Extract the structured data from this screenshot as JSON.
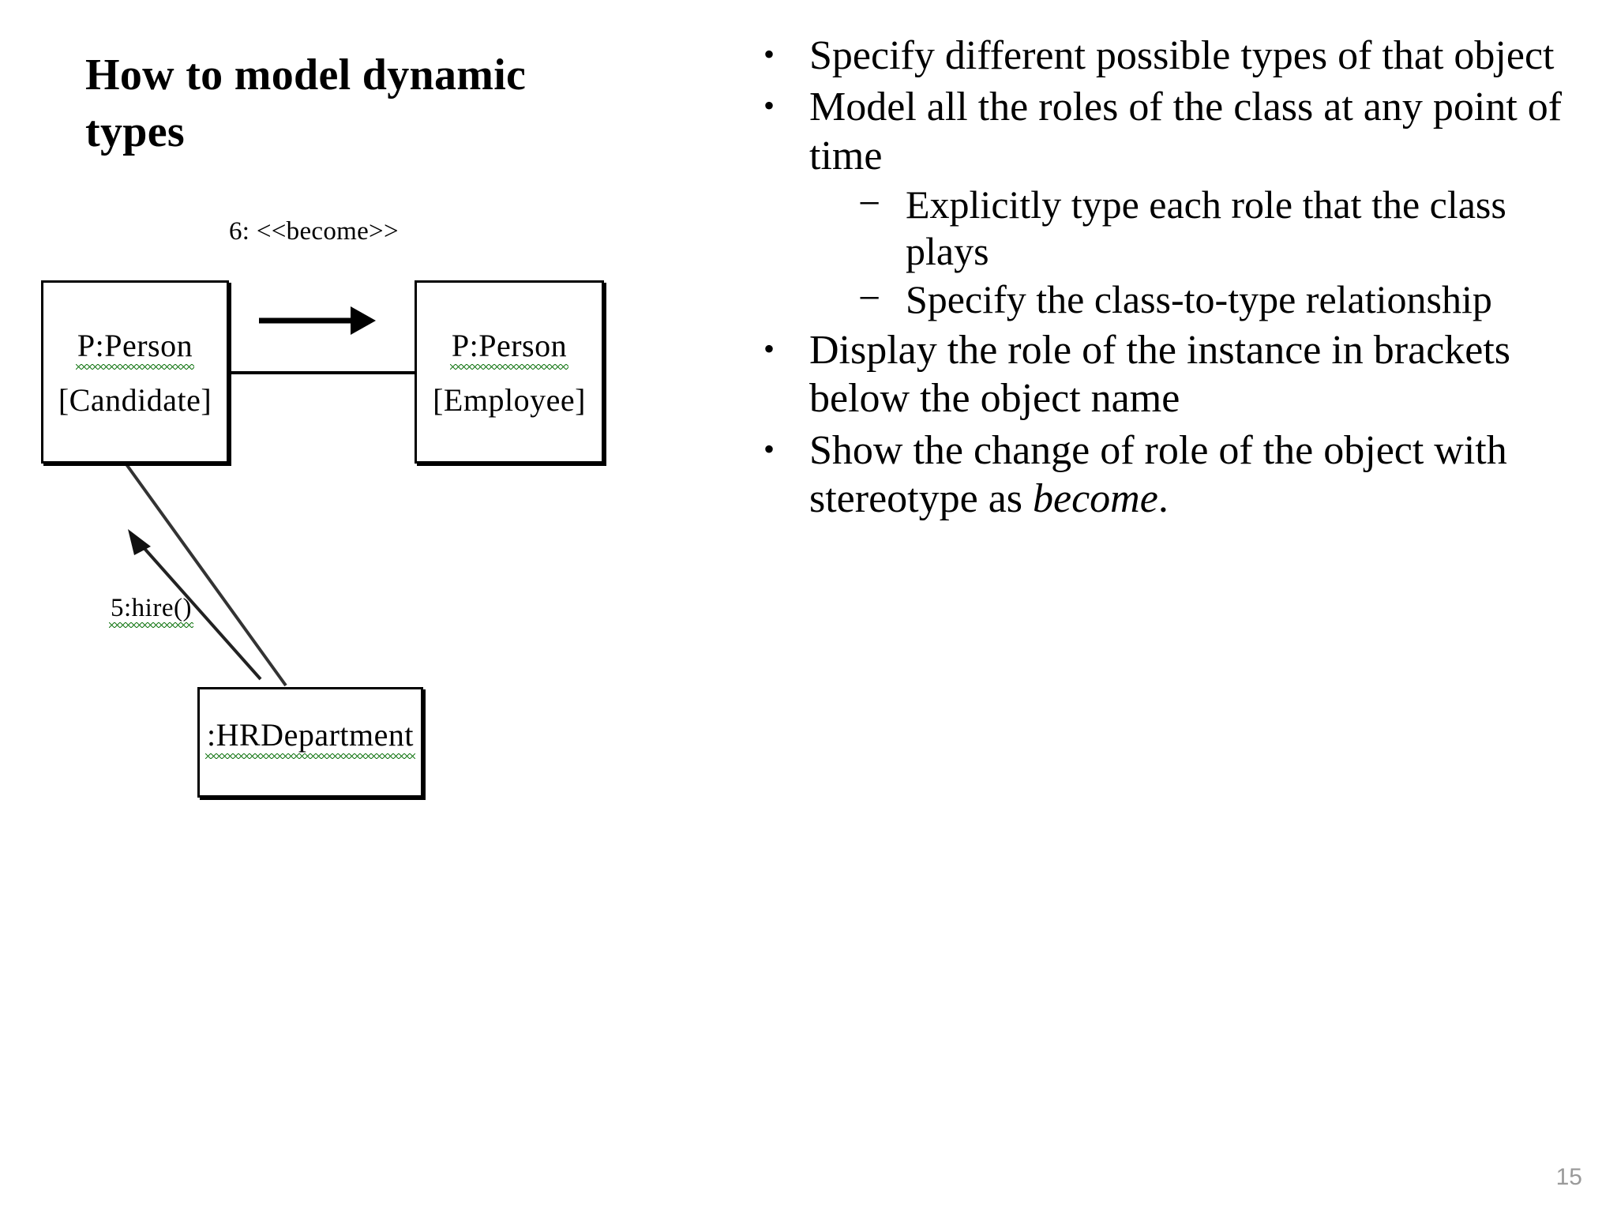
{
  "slide": {
    "title": "How to model dynamic types",
    "page_number": "15"
  },
  "diagram": {
    "become_label": "6: <<become>>",
    "hire_label": "5:hire()",
    "boxes": [
      {
        "name": "P:Person",
        "role": "[Candidate]"
      },
      {
        "name": "P:Person",
        "role": "[Employee]"
      },
      {
        "name": ":HRDepartment",
        "role": ""
      }
    ],
    "colors": {
      "squiggle": "#1b7a1b",
      "line": "#000000"
    }
  },
  "bullets": [
    {
      "marker": "•",
      "text": "Specify different possible types of that object",
      "children": []
    },
    {
      "marker": "•",
      "text": "Model all the roles of the class at any point of time",
      "children": [
        {
          "marker": "−",
          "text": "Explicitly type each role that the class plays"
        },
        {
          "marker": "−",
          "text": "Specify the class-to-type relationship"
        }
      ]
    },
    {
      "marker": "•",
      "text": "Display the role of the instance in brackets below the object name",
      "children": []
    },
    {
      "marker": "•",
      "text": "Show the change of role of the object with stereotype as ",
      "text_italic": "become",
      "text_tail": ".",
      "children": []
    }
  ]
}
